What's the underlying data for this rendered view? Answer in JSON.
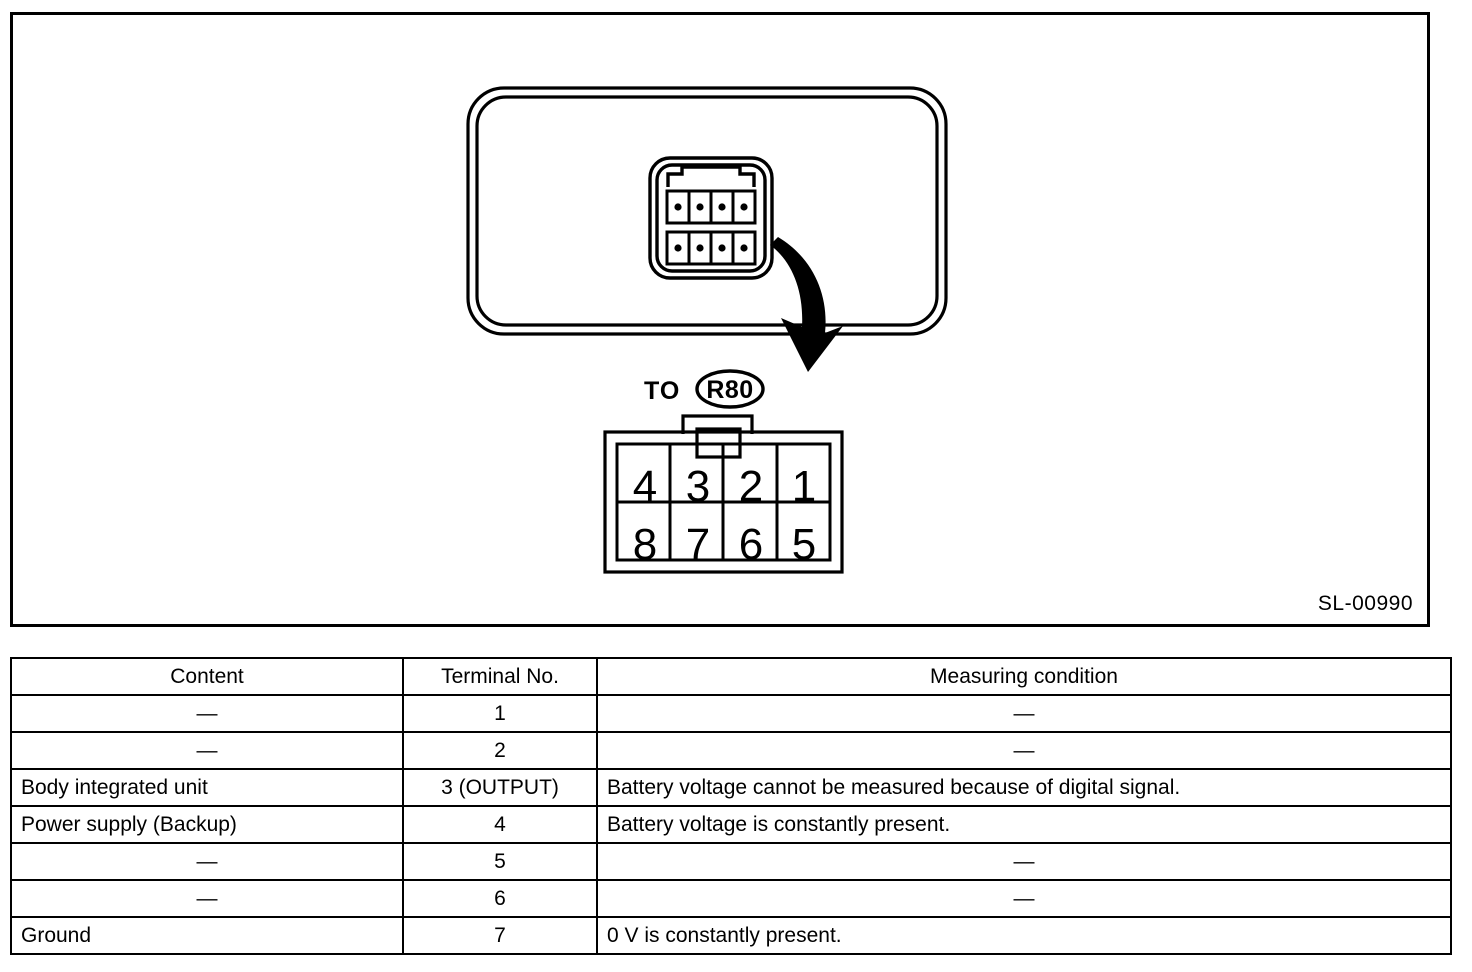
{
  "figure": {
    "code": "SL-00990",
    "callout": {
      "to_label": "TO",
      "target": "R80"
    },
    "connector": {
      "pin_count": 8,
      "rows": [
        [
          "4",
          "3",
          "2",
          "1"
        ],
        [
          "8",
          "7",
          "6",
          "5"
        ]
      ]
    }
  },
  "table": {
    "headers": [
      "Content",
      "Terminal No.",
      "Measuring condition"
    ],
    "rows": [
      {
        "content": "—",
        "terminal": "1",
        "condition": "—",
        "content_align": "center",
        "condition_align": "center"
      },
      {
        "content": "—",
        "terminal": "2",
        "condition": "—",
        "content_align": "center",
        "condition_align": "center"
      },
      {
        "content": "Body integrated unit",
        "terminal": "3 (OUTPUT)",
        "condition": "Battery voltage cannot be measured because of digital signal.",
        "content_align": "left",
        "condition_align": "left"
      },
      {
        "content": "Power supply (Backup)",
        "terminal": "4",
        "condition": "Battery voltage is constantly present.",
        "content_align": "left",
        "condition_align": "left"
      },
      {
        "content": "—",
        "terminal": "5",
        "condition": "—",
        "content_align": "center",
        "condition_align": "center"
      },
      {
        "content": "—",
        "terminal": "6",
        "condition": "—",
        "content_align": "center",
        "condition_align": "center"
      },
      {
        "content": "Ground",
        "terminal": "7",
        "condition": "0 V is constantly present.",
        "content_align": "left",
        "condition_align": "left"
      }
    ]
  },
  "colors": {
    "ink": "#000000",
    "paper": "#ffffff"
  }
}
